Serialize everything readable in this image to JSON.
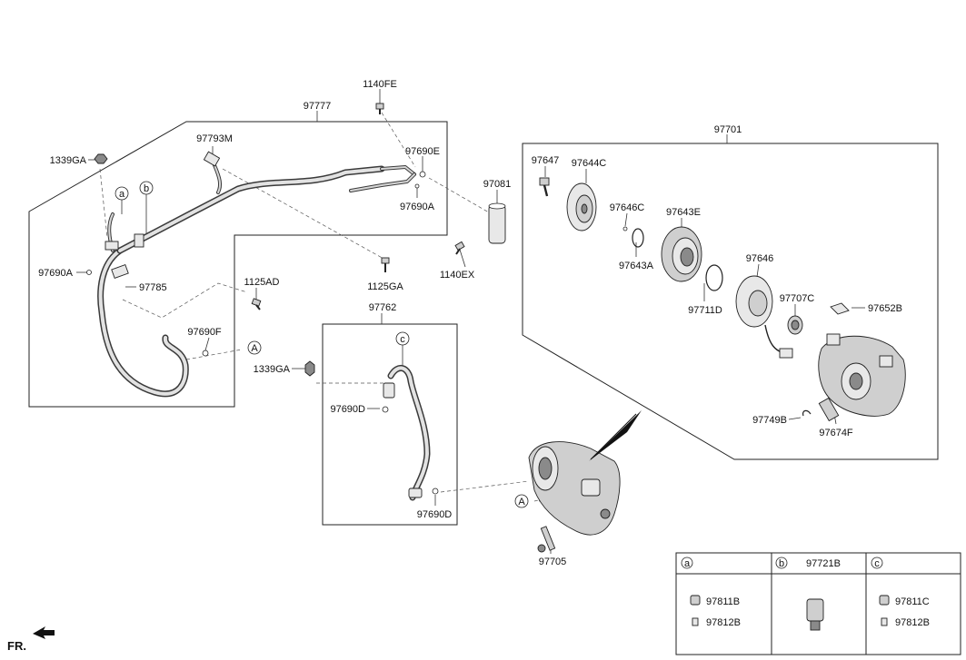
{
  "labels": {
    "p97777": "97777",
    "p1140FE": "1140FE",
    "p1339GA_top": "1339GA",
    "p97793M": "97793M",
    "p97690E": "97690E",
    "p97690A_right": "97690A",
    "p97690A_left": "97690A",
    "p97785": "97785",
    "p1125AD": "1125AD",
    "p1125GA": "1125GA",
    "p97690F": "97690F",
    "p97081": "97081",
    "p1140EX": "1140EX",
    "p97762": "97762",
    "p1339GA_mid": "1339GA",
    "p97690D_upper": "97690D",
    "p97690D_lower": "97690D",
    "p97705": "97705",
    "p97701": "97701",
    "p97647": "97647",
    "p97644C": "97644C",
    "p97646C": "97646C",
    "p97643E": "97643E",
    "p97643A": "97643A",
    "p97711D": "97711D",
    "p97646": "97646",
    "p97707C": "97707C",
    "p97652B": "97652B",
    "p97749B": "97749B",
    "p97674F": "97674F",
    "fr": "FR."
  },
  "callouts": {
    "a": "a",
    "b": "b",
    "c": "c",
    "A1": "A",
    "A2": "A"
  },
  "legend": {
    "headers": [
      "a",
      "b",
      "c"
    ],
    "b_part": "97721B",
    "a_items": [
      "97811B",
      "97812B"
    ],
    "c_items": [
      "97811C",
      "97812B"
    ]
  }
}
